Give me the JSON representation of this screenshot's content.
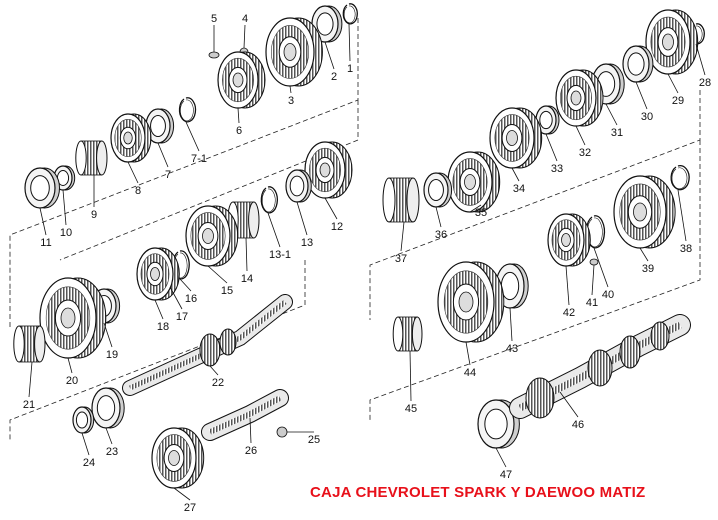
{
  "caption": "CAJA CHEVROLET SPARK Y DAEWOO MATIZ",
  "colors": {
    "caption": "#e8101a",
    "ink": "#111111",
    "shade": "#7a7a7a",
    "light": "#d0d0d0"
  },
  "part_numbers": [
    "1",
    "2",
    "3",
    "4",
    "5",
    "6",
    "7",
    "7-1",
    "8",
    "9",
    "10",
    "11",
    "12",
    "13",
    "13-1",
    "14",
    "15",
    "16",
    "17",
    "18",
    "19",
    "20",
    "21",
    "22",
    "23",
    "24",
    "25",
    "26",
    "27",
    "28",
    "29",
    "30",
    "31",
    "32",
    "33",
    "34",
    "35",
    "36",
    "37",
    "38",
    "39",
    "40",
    "41",
    "42",
    "43",
    "44",
    "45",
    "46",
    "47"
  ]
}
